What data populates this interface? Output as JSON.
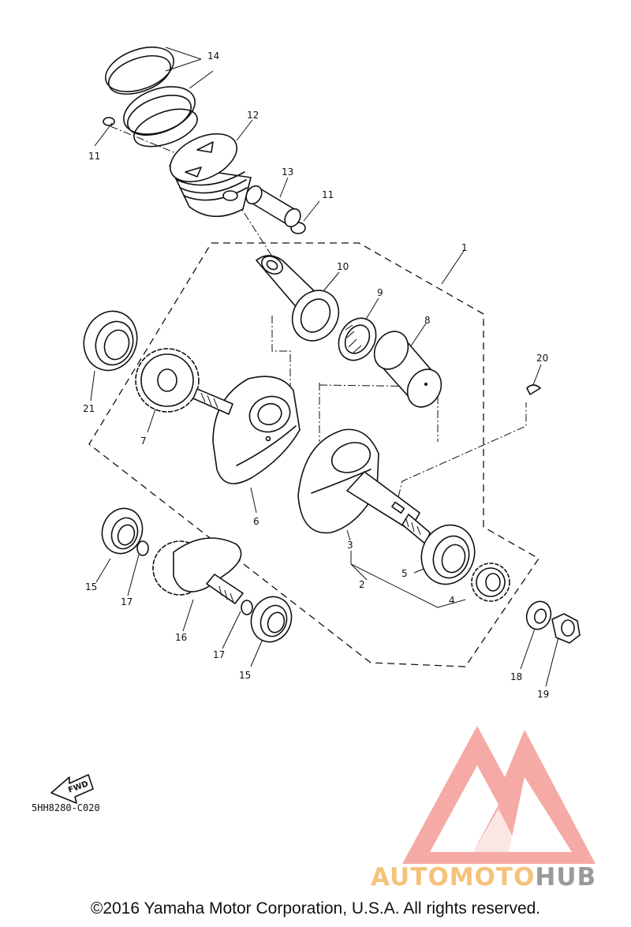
{
  "diagram": {
    "code": "5HH8280-C020",
    "fwd_label": "FWD",
    "callouts": [
      {
        "id": "c14",
        "text": "14"
      },
      {
        "id": "c12",
        "text": "12"
      },
      {
        "id": "c11a",
        "text": "11"
      },
      {
        "id": "c13",
        "text": "13"
      },
      {
        "id": "c11b",
        "text": "11"
      },
      {
        "id": "c1",
        "text": "1"
      },
      {
        "id": "c10",
        "text": "10"
      },
      {
        "id": "c9",
        "text": "9"
      },
      {
        "id": "c8",
        "text": "8"
      },
      {
        "id": "c20",
        "text": "20"
      },
      {
        "id": "c21",
        "text": "21"
      },
      {
        "id": "c7",
        "text": "7"
      },
      {
        "id": "c6",
        "text": "6"
      },
      {
        "id": "c3",
        "text": "3"
      },
      {
        "id": "c5",
        "text": "5"
      },
      {
        "id": "c2",
        "text": "2"
      },
      {
        "id": "c4",
        "text": "4"
      },
      {
        "id": "c15a",
        "text": "15"
      },
      {
        "id": "c17a",
        "text": "17"
      },
      {
        "id": "c16",
        "text": "16"
      },
      {
        "id": "c17b",
        "text": "17"
      },
      {
        "id": "c15b",
        "text": "15"
      },
      {
        "id": "c18",
        "text": "18"
      },
      {
        "id": "c19",
        "text": "19"
      }
    ]
  },
  "watermark": {
    "part1": "AUTOMOTO",
    "part2": "HUB",
    "color1": "#f5c27a",
    "color2": "#9a9a9a",
    "logo_color": "#f4a19c"
  },
  "footer": {
    "copyright": "©2016 Yamaha Motor Corporation, U.S.A. All rights reserved."
  }
}
